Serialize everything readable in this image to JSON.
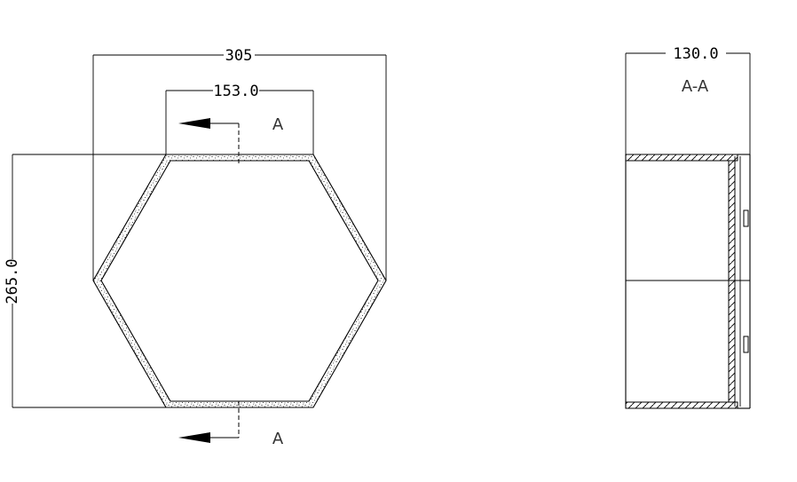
{
  "front_view": {
    "overall_width": "305",
    "top_width": "153.0",
    "height": "265.0",
    "section_marker_top": "A",
    "section_marker_bottom": "A"
  },
  "section_view": {
    "title": "A-A",
    "depth": "130.0"
  }
}
